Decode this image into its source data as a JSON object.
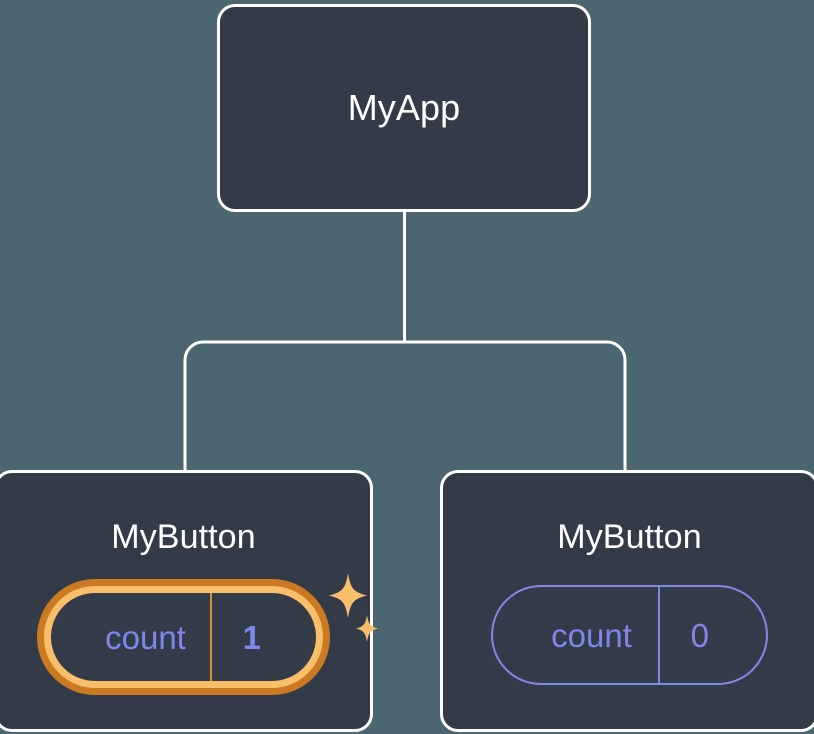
{
  "diagram": {
    "type": "component-tree",
    "background_color": "#4b6670",
    "node_fill_color": "#333b49",
    "node_border_color": "#ffffff",
    "edge_color": "#ffffff",
    "accent_indigo": "#8186ec",
    "highlight_outer_orange": "#cc7a22",
    "highlight_inner_orange": "#f8be6a",
    "sparkle_color": "#f8be6a"
  },
  "root": {
    "title": "MyApp"
  },
  "children": [
    {
      "title": "MyButton",
      "state": {
        "key": "count",
        "value": "1"
      },
      "highlighted": true,
      "sparkle_icons": [
        "sparkle-large",
        "sparkle-small"
      ]
    },
    {
      "title": "MyButton",
      "state": {
        "key": "count",
        "value": "0"
      },
      "highlighted": false
    }
  ]
}
